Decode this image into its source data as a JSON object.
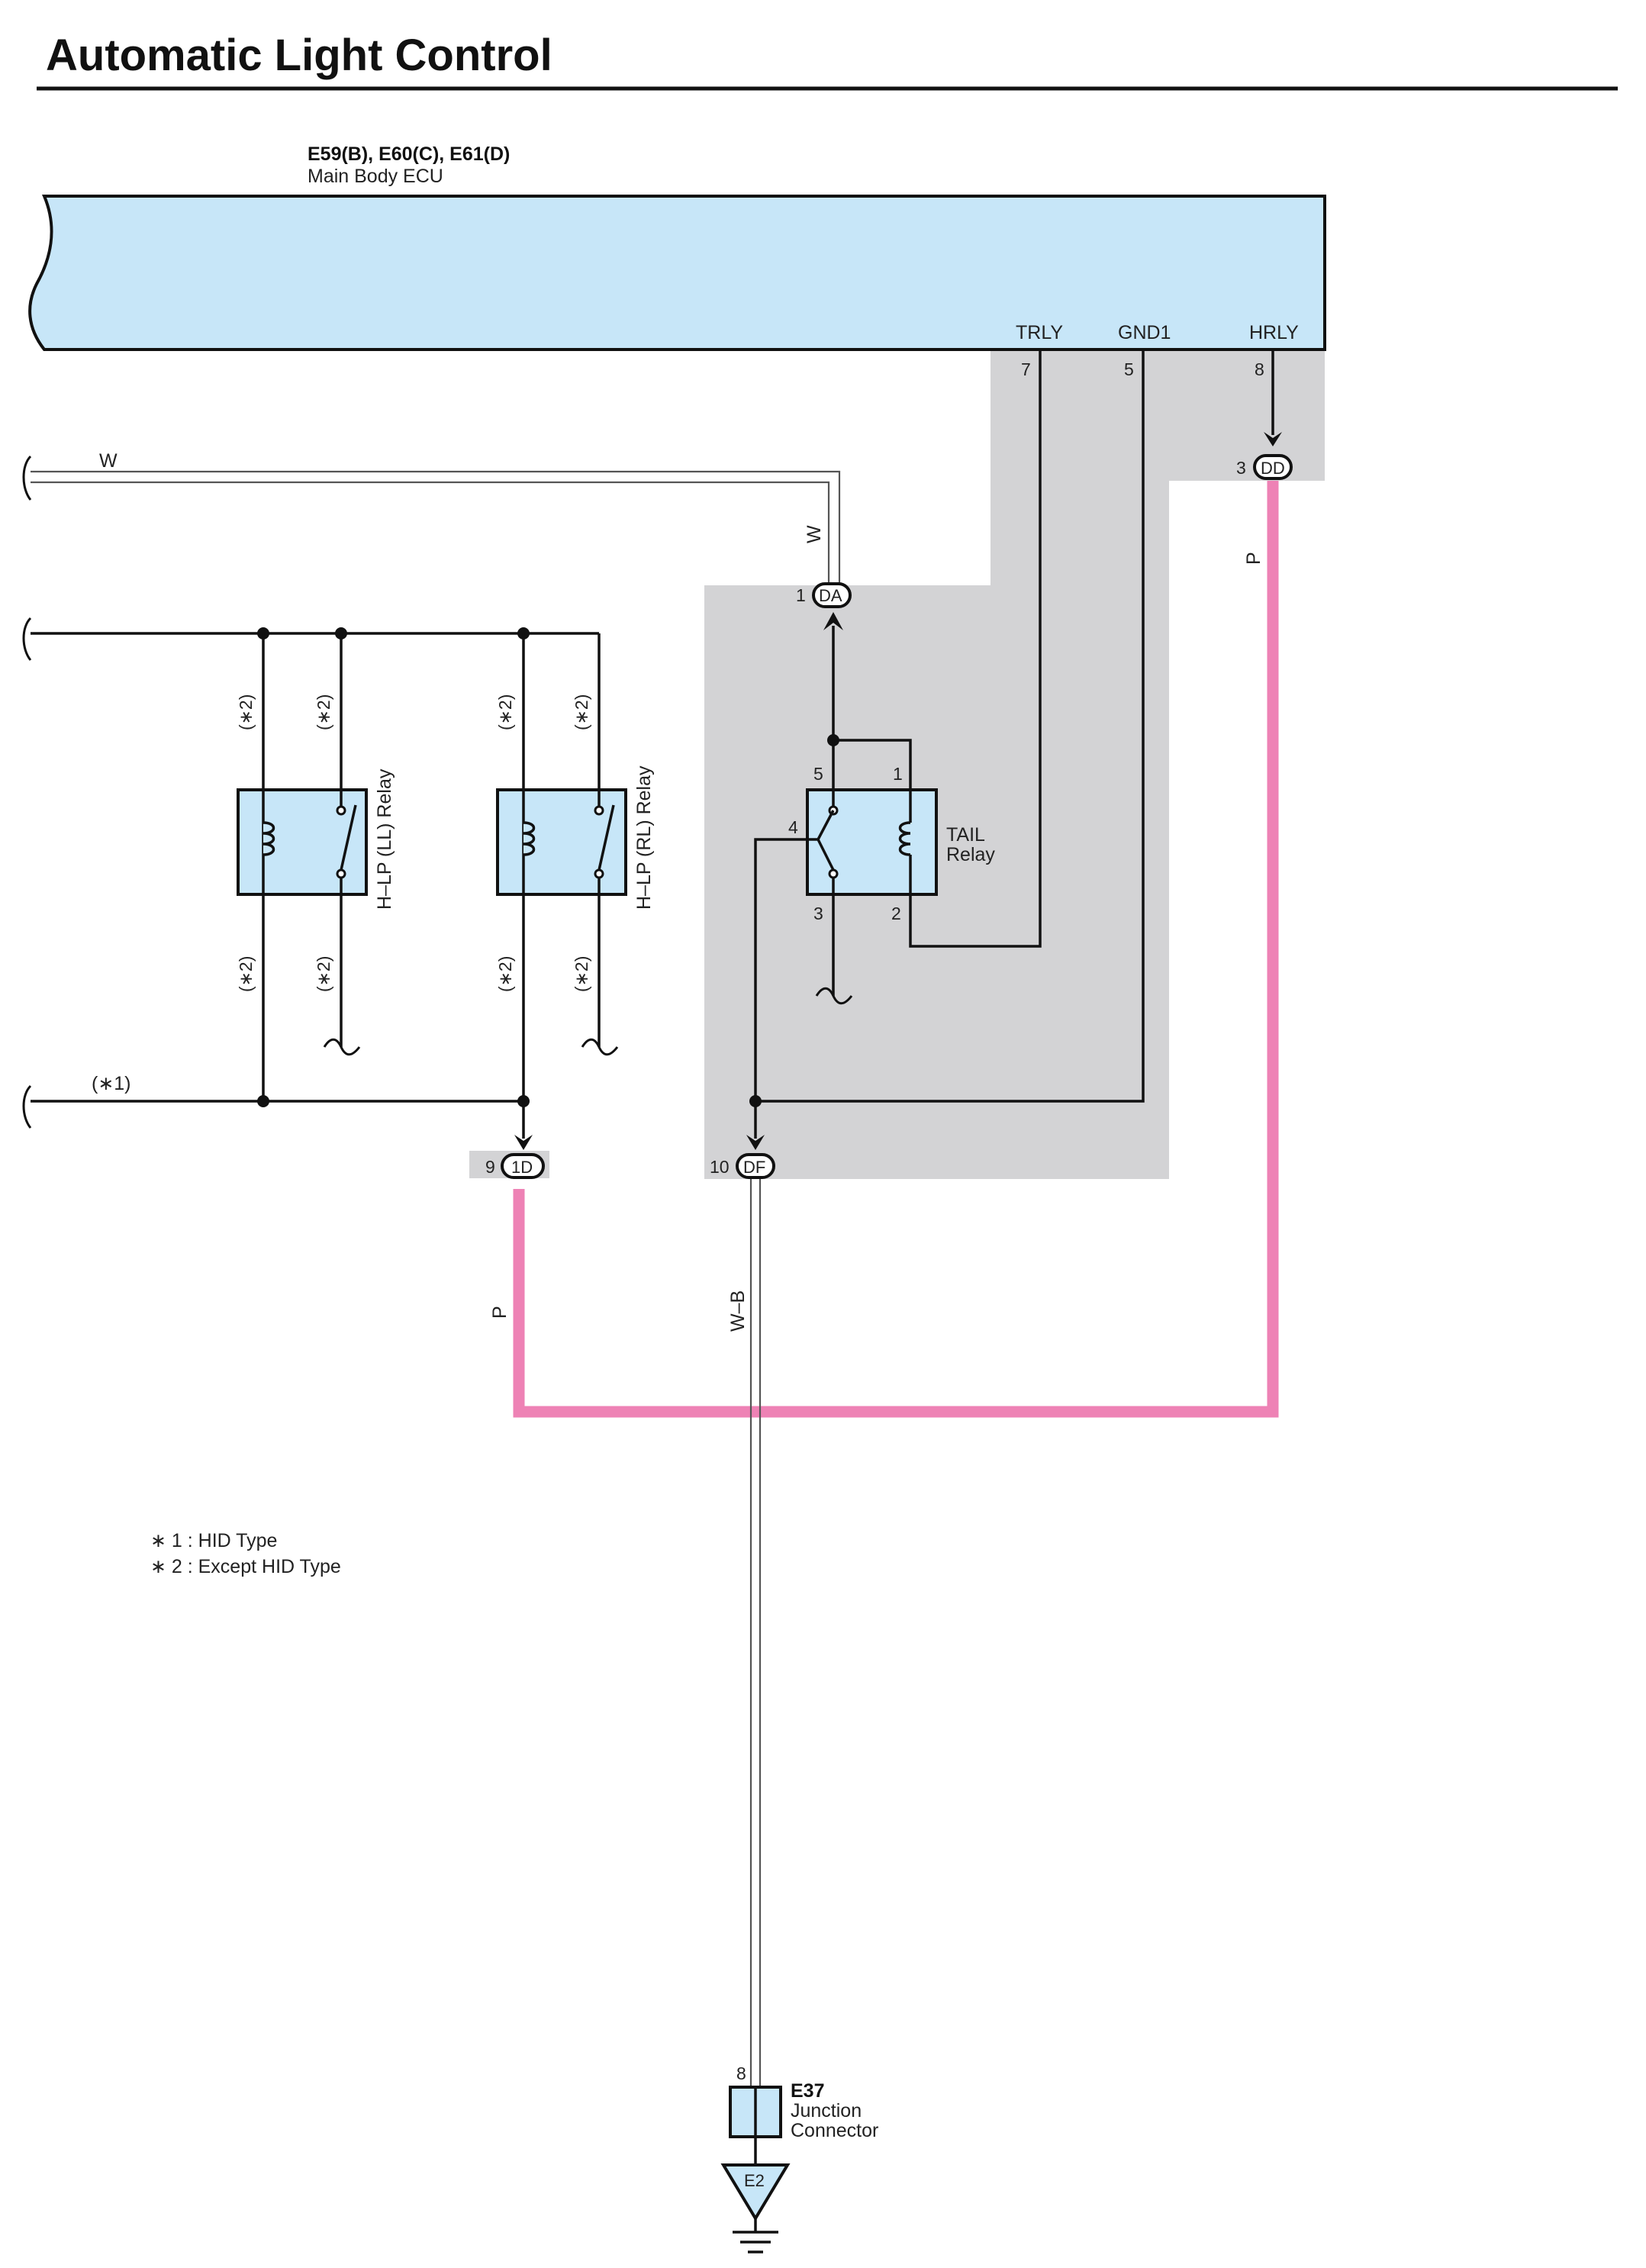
{
  "page": {
    "title": "Automatic Light Control"
  },
  "ecu": {
    "connectors": "E59(B), E60(C), E61(D)",
    "name": "Main Body ECU",
    "terminals": [
      {
        "label": "TRLY",
        "pin": "7"
      },
      {
        "label": "GND1",
        "pin": "5"
      },
      {
        "label": "HRLY",
        "pin": "8"
      }
    ]
  },
  "connectors": {
    "dd": {
      "pin": "3",
      "code": "DD"
    },
    "da": {
      "pin": "1",
      "code": "DA"
    },
    "d1": {
      "pin": "9",
      "code": "1D"
    },
    "df": {
      "pin": "10",
      "code": "DF"
    }
  },
  "wires": {
    "w_top": "W",
    "w_vertical": "W",
    "p_right": "P",
    "p_left": "P",
    "wb": "W–B",
    "hid_branch": "(∗1)",
    "except_hid": "(∗2)"
  },
  "relays": {
    "ll": {
      "name": "H–LP (LL) Relay"
    },
    "rl": {
      "name": "H–LP (RL) Relay"
    },
    "tail": {
      "name_line1": "TAIL",
      "name_line2": "Relay",
      "pins": {
        "p5": "5",
        "p1": "1",
        "p4": "4",
        "p3": "3",
        "p2": "2"
      }
    }
  },
  "junction": {
    "code": "E37",
    "name_line1": "Junction",
    "name_line2": "Connector",
    "pin": "8",
    "ground": "E2"
  },
  "notes": [
    "∗ 1 : HID Type",
    "∗ 2 : Except HID Type"
  ],
  "colors": {
    "ecu_fill": "#c7e6f8",
    "shading": "#d3d3d5",
    "pink_wire": "#ee82b5"
  }
}
